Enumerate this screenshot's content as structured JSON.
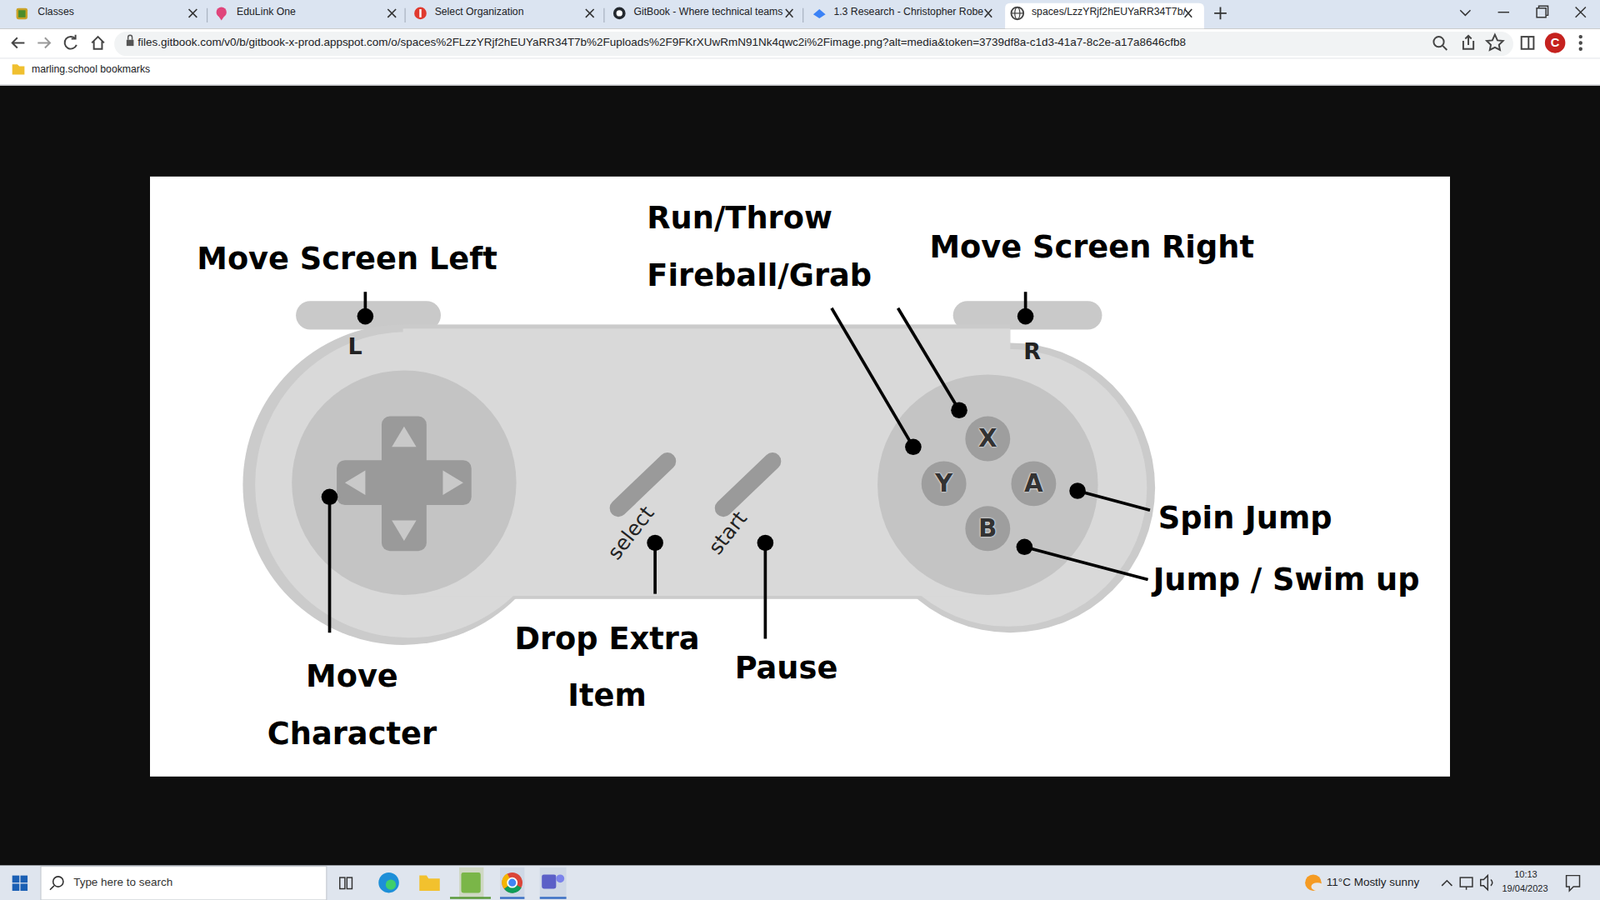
{
  "diagram": {
    "nodes": [
      {
        "text": [
          "C"
        ]
      },
      {
        "text": [
          "X"
        ]
      },
      {
        "text": [
          "Y"
        ]
      },
      {
        "text": [
          "A"
        ]
      },
      {
        "text": [
          "B"
        ]
      }
    ],
    "labels": [
      "Classes",
      "EduLink One",
      "Select Organization",
      "GitBook - Where technical teams",
      "1.3 Research - Christopher Robe",
      "spaces/LzzYRjf2hEUYaRR34T7b/",
      "files.gitbook.com/v0/b/gitbook-x-prod.appspot.com/o/spaces%2FLzzYRjf2hEUYaRR34T7b%2Fuploads%2F9FKrXUwRmN91Nk4qwc2i%2Fimage.png?alt=media&token=3739df8a-c1d3-41a7-8c2e-a17a8646cfb8",
      "marling.school bookmarks",
      "Run/Throw Fireball/Grab",
      "Move Screen Left",
      "Move Screen Right",
      "L",
      "R",
      "select",
      "start",
      "Spin Jump",
      "Jump / Swim up",
      "Drop Extra Item",
      "Pause",
      "Move Character",
      "Type here to search",
      "11°C Mostly sunny",
      "10:13",
      "19/04/2023"
    ]
  }
}
